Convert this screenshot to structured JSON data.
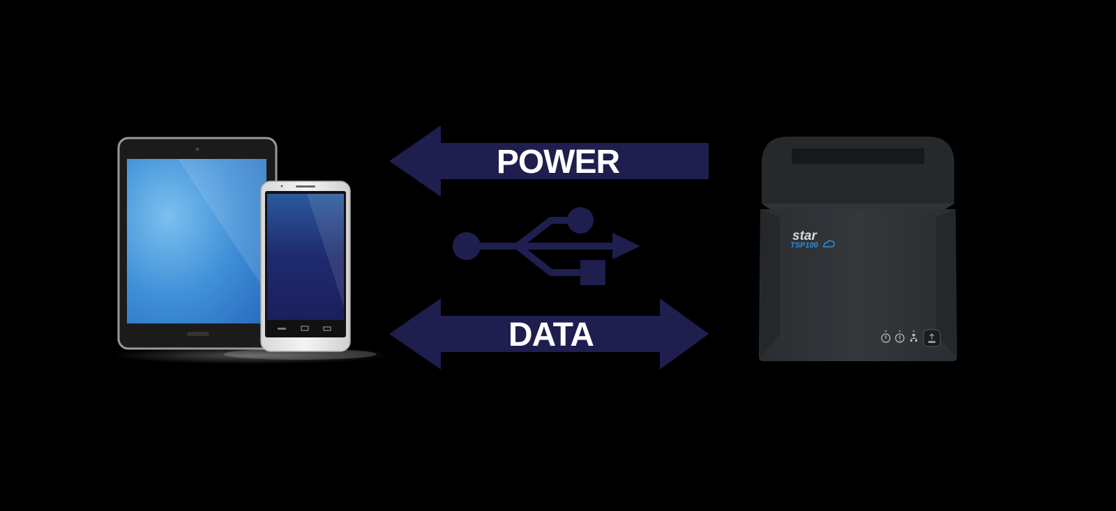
{
  "colors": {
    "background": "#000000",
    "arrow_fill": "#1e1f4f",
    "label_text": "#ffffff",
    "printer_body": "#2c2f33",
    "screen_blue": "#3d86d4",
    "phone_screen": "#1e2a6e",
    "model_accent": "#2f8fd8"
  },
  "arrows": {
    "power": {
      "label": "POWER",
      "direction": "left"
    },
    "data": {
      "label": "DATA",
      "direction": "both"
    }
  },
  "connector": {
    "icon": "usb-icon"
  },
  "devices": {
    "tablet": {
      "icon": "tablet-icon"
    },
    "phone": {
      "icon": "smartphone-icon"
    }
  },
  "printer": {
    "brand": "star",
    "model": "TSP100",
    "icon": "receipt-printer-icon"
  }
}
